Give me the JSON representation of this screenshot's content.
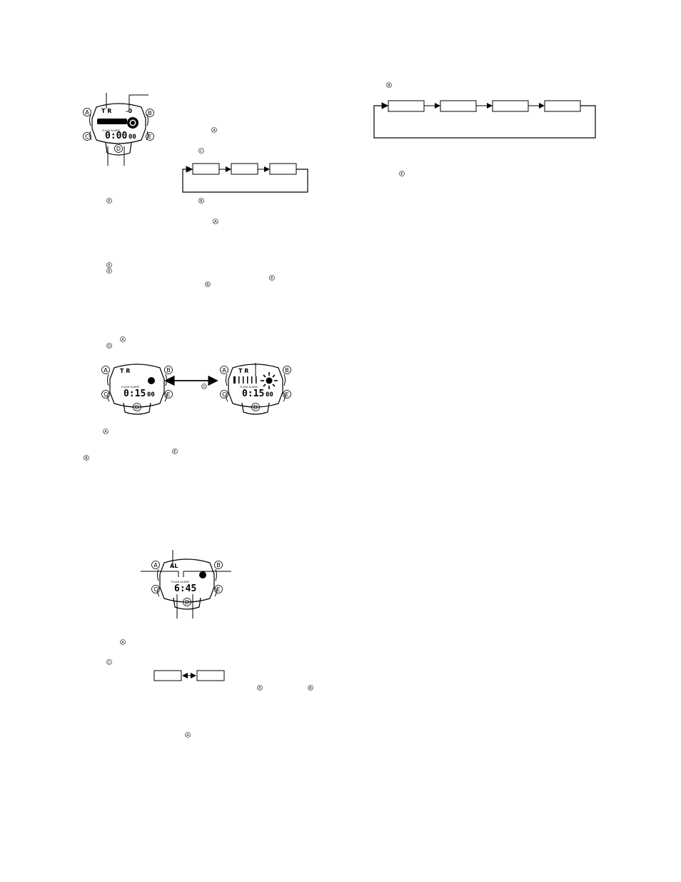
{
  "buttons": {
    "A": "A",
    "B": "B",
    "C": "C",
    "D": "D",
    "E": "E"
  },
  "watch1": {
    "mode": "T R",
    "time_main": "0:00",
    "time_sub": "00",
    "tiny_text": "FLASH ALARM"
  },
  "watch2": {
    "mode": "T R",
    "time_main": "0:15",
    "time_sub": "00"
  },
  "watch3": {
    "mode": "T R",
    "time_main": "0:15",
    "time_sub": "00"
  },
  "watch4": {
    "mode": "AL",
    "time_main": "6:45"
  },
  "lower_tiny_text": "FLASH ALARM"
}
